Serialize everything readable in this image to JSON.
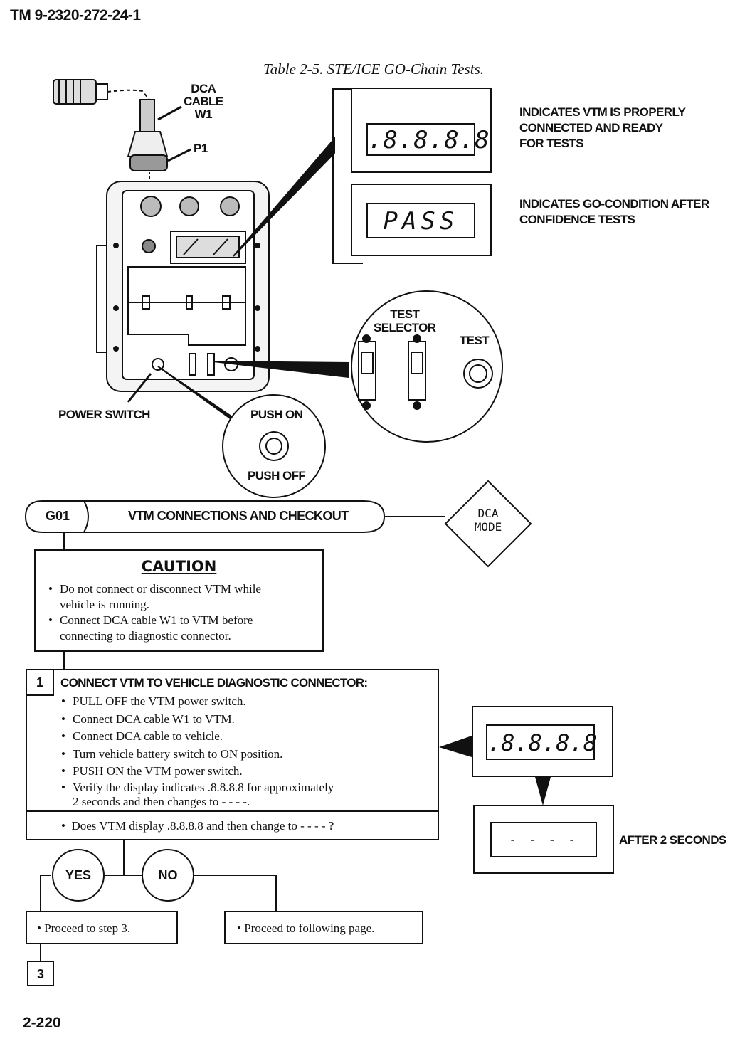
{
  "header": {
    "doc_number": "TM 9-2320-272-24-1"
  },
  "table_title": "Table 2-5. STE/ICE GO-Chain Tests.",
  "figure": {
    "cable_labels": [
      "DCA",
      "CABLE",
      "W1"
    ],
    "p1_label": "P1",
    "power_switch_label": "POWER SWITCH",
    "push_on": "PUSH ON",
    "push_off": "PUSH OFF",
    "test_selector": [
      "TEST",
      "SELECTOR"
    ],
    "test_label": "TEST",
    "display_1": ".8.8.8.8",
    "display_1_note": [
      "INDICATES VTM IS PROPERLY",
      "CONNECTED AND READY",
      "FOR TESTS"
    ],
    "display_2": "PASS",
    "display_2_note": [
      "INDICATES GO-CONDITION AFTER",
      "CONFIDENCE TESTS"
    ]
  },
  "procedure": {
    "code": "G01",
    "title": "VTM CONNECTIONS AND CHECKOUT",
    "mode": [
      "DCA",
      "MODE"
    ]
  },
  "caution": {
    "heading": "CAUTION",
    "items": [
      [
        "Do not connect or disconnect VTM while",
        "vehicle is running."
      ],
      [
        "Connect DCA cable W1 to VTM before",
        "connecting to diagnostic connector."
      ]
    ]
  },
  "step1": {
    "number": "1",
    "title": "CONNECT VTM TO VEHICLE DIAGNOSTIC CONNECTOR:",
    "items": [
      "PULL OFF the VTM power switch.",
      "Connect DCA cable W1 to VTM.",
      "Connect DCA cable to vehicle.",
      "Turn vehicle battery switch to ON position.",
      "PUSH ON the VTM power switch."
    ],
    "item_last": [
      "Verify the display indicates .8.8.8.8 for approximately",
      "2 seconds and then changes to - - - -."
    ],
    "question": "Does VTM display .8.8.8.8 and then change to - - - - ?",
    "display_a": ".8.8.8.8",
    "display_b": "- - - -",
    "after_label": "AFTER 2 SECONDS"
  },
  "branches": {
    "yes": "YES",
    "no": "NO",
    "yes_action": "Proceed to step 3.",
    "no_action": "Proceed to following page.",
    "next_step": "3"
  },
  "footer": {
    "page_number": "2-220"
  }
}
